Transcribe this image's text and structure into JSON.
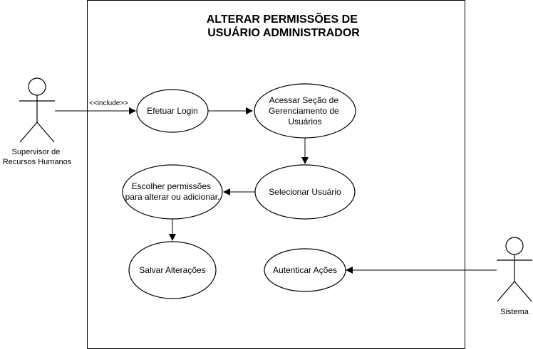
{
  "system": {
    "title_lines": [
      "ALTERAR PERMISSÕES DE",
      "USUÁRIO ADMINISTRADOR"
    ]
  },
  "actors": {
    "supervisor": {
      "label_lines": [
        "Supervisor de",
        "Recursos Humanos"
      ]
    },
    "sistema": {
      "label_lines": [
        "Sistema"
      ]
    }
  },
  "use_cases": {
    "login": {
      "lines": [
        "Efetuar Login"
      ]
    },
    "acessar": {
      "lines": [
        "Acessar Seção de",
        "Gerenciamento de",
        "Usuários"
      ]
    },
    "selecionar": {
      "lines": [
        "Selecionar Usuário"
      ]
    },
    "escolher": {
      "lines": [
        "Escolher permissões",
        "para alterar ou adicionar."
      ]
    },
    "salvar": {
      "lines": [
        "Salvar Alterações"
      ]
    },
    "autenticar": {
      "lines": [
        "Autenticar Ações"
      ]
    }
  },
  "relations": {
    "include_label": "<<include>>"
  },
  "colors": {
    "stroke": "#000000",
    "fill": "#ffffff"
  }
}
